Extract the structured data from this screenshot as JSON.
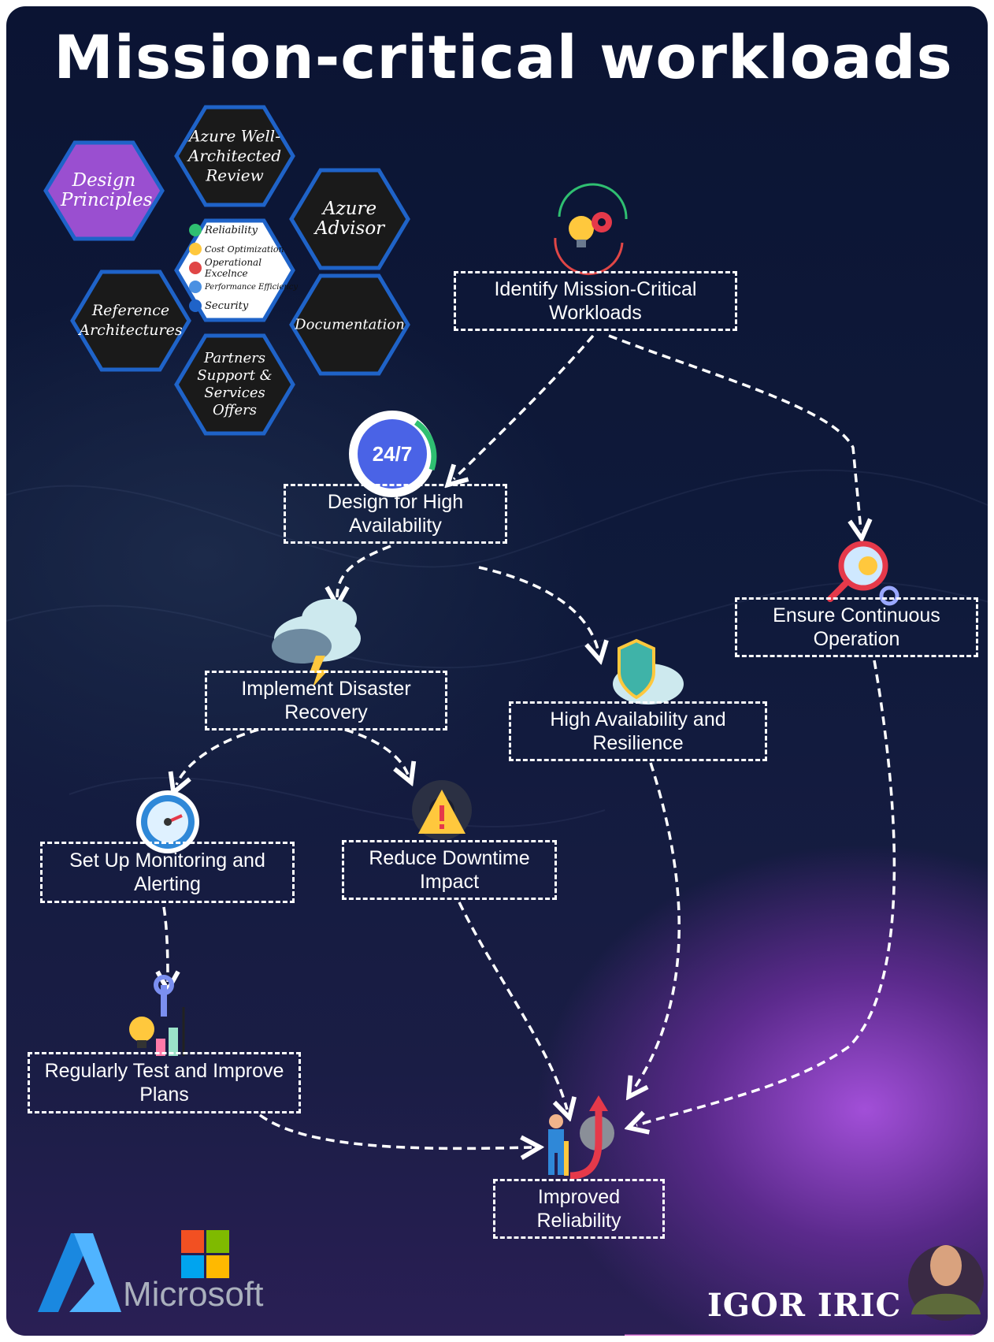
{
  "title": "Mission-critical workloads",
  "hexagons": {
    "design_principles": "Design Principles",
    "well_architected": "Azure Well-Architected Review",
    "advisor": "Azure Advisor",
    "reference": "Reference Architectures",
    "documentation": "Documentation",
    "partners": "Partners Support & Services Offers"
  },
  "pillars": [
    "Reliability",
    "Cost Optimization",
    "Operational Excelnce",
    "Performance Efficiency",
    "Security"
  ],
  "steps": {
    "identify": "Identify Mission-Critical Workloads",
    "design_ha": "Design for High Availability",
    "continuous": "Ensure Continuous Operation",
    "disaster": "Implement Disaster Recovery",
    "resilience": "High Availability and Resilience",
    "monitoring": "Set Up Monitoring and Alerting",
    "downtime": "Reduce Downtime Impact",
    "test": "Regularly Test and Improve Plans",
    "improved": "Improved Reliability"
  },
  "badge_247": "24/7",
  "brand": "Microsoft",
  "author": "IGOR IRIC",
  "colors": {
    "design_hex": "#9a4fd0",
    "hex_fill": "#1a1a1a",
    "hex_border": "#1f63c8",
    "arrow": "#ffffff"
  },
  "icons": [
    "cycle-lightbulb-gear-icon",
    "clock-247-icon",
    "magnifier-gear-icon",
    "storm-cloud-icon",
    "shield-cloud-icon",
    "speedometer-icon",
    "warning-gear-icon",
    "tools-chart-icon",
    "person-growth-icon"
  ]
}
